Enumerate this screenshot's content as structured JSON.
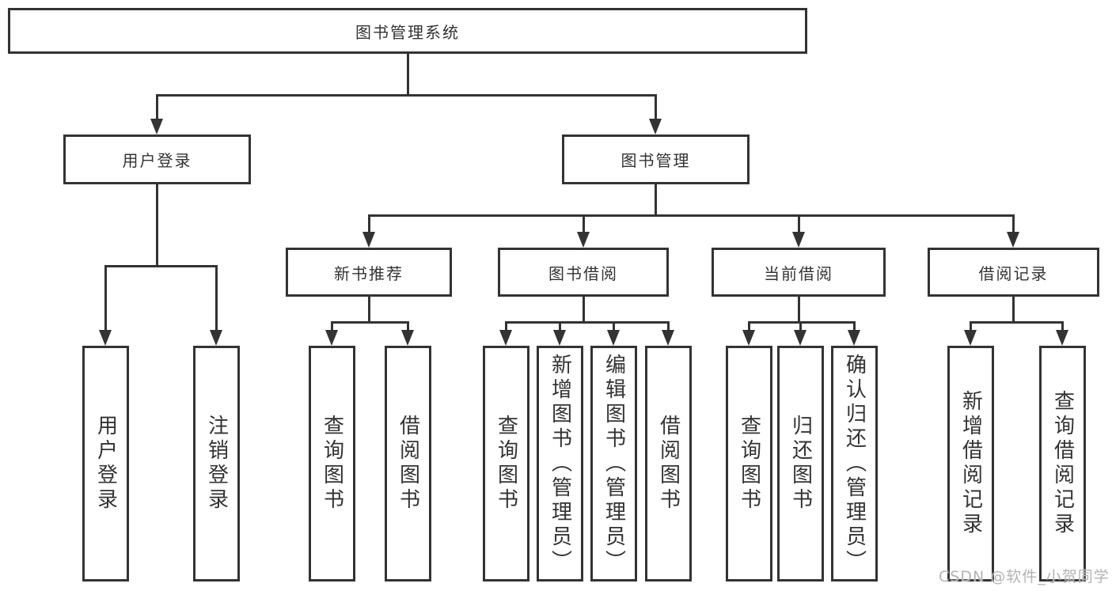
{
  "diagram": {
    "title": "图书管理系统",
    "type": "hierarchy-tree",
    "nodes": [
      {
        "id": "root",
        "label": "图书管理系统",
        "level": 1,
        "parent": null,
        "vertical": false
      },
      {
        "id": "user-login",
        "label": "用户登录",
        "level": 2,
        "parent": "root",
        "vertical": false
      },
      {
        "id": "book-mgmt",
        "label": "图书管理",
        "level": 2,
        "parent": "root",
        "vertical": false
      },
      {
        "id": "new-book-rec",
        "label": "新书推荐",
        "level": 3,
        "parent": "book-mgmt",
        "vertical": false
      },
      {
        "id": "book-borrow",
        "label": "图书借阅",
        "level": 3,
        "parent": "book-mgmt",
        "vertical": false
      },
      {
        "id": "current-borrow",
        "label": "当前借阅",
        "level": 3,
        "parent": "book-mgmt",
        "vertical": false
      },
      {
        "id": "borrow-record",
        "label": "借阅记录",
        "level": 3,
        "parent": "book-mgmt",
        "vertical": false
      },
      {
        "id": "login",
        "label": "用户登录",
        "level": 4,
        "parent": "user-login",
        "vertical": true
      },
      {
        "id": "logout",
        "label": "注销登录",
        "level": 4,
        "parent": "user-login",
        "vertical": true
      },
      {
        "id": "rec-query-book",
        "label": "查询图书",
        "level": 4,
        "parent": "new-book-rec",
        "vertical": true
      },
      {
        "id": "rec-borrow-book",
        "label": "借阅图书",
        "level": 4,
        "parent": "new-book-rec",
        "vertical": true
      },
      {
        "id": "bb-query-book",
        "label": "查询图书",
        "level": 4,
        "parent": "book-borrow",
        "vertical": true
      },
      {
        "id": "bb-add-book",
        "label": "新增图书（管理员）",
        "level": 4,
        "parent": "book-borrow",
        "vertical": true
      },
      {
        "id": "bb-edit-book",
        "label": "编辑图书（管理员）",
        "level": 4,
        "parent": "book-borrow",
        "vertical": true
      },
      {
        "id": "bb-borrow-book",
        "label": "借阅图书",
        "level": 4,
        "parent": "book-borrow",
        "vertical": true
      },
      {
        "id": "cb-query-book",
        "label": "查询图书",
        "level": 4,
        "parent": "current-borrow",
        "vertical": true
      },
      {
        "id": "cb-return-book",
        "label": "归还图书",
        "level": 4,
        "parent": "current-borrow",
        "vertical": true
      },
      {
        "id": "cb-confirm-return",
        "label": "确认归还（管理员）",
        "level": 4,
        "parent": "current-borrow",
        "vertical": true
      },
      {
        "id": "br-add-record",
        "label": "新增借阅记录",
        "level": 4,
        "parent": "borrow-record",
        "vertical": true
      },
      {
        "id": "br-query-record",
        "label": "查询借阅记录",
        "level": 4,
        "parent": "borrow-record",
        "vertical": true
      }
    ],
    "colors": {
      "line": "#333333",
      "box_border": "#333333",
      "box_bg": "#ffffff",
      "text": "#333333",
      "background": "#ffffff",
      "watermark": "#b3b3b3"
    },
    "watermark": "CSDN @软件_小贺同学"
  }
}
